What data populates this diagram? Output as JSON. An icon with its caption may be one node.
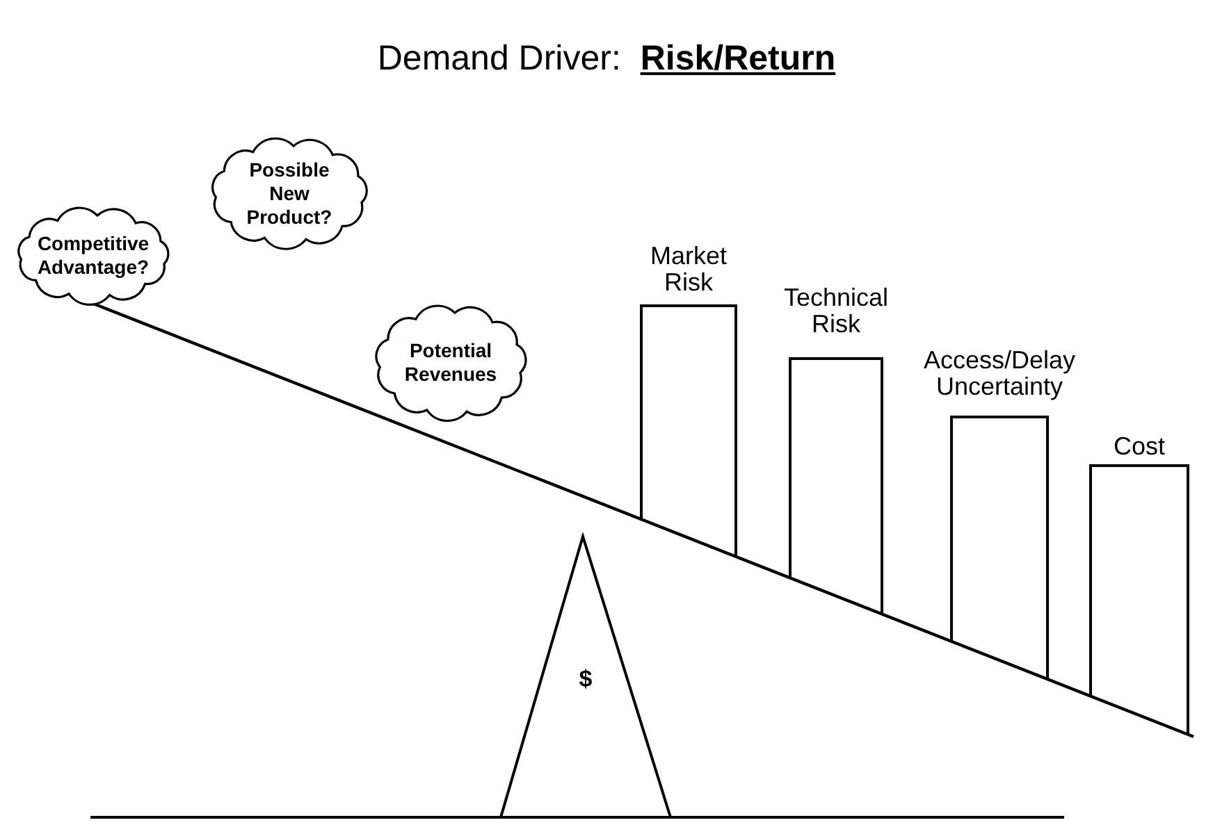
{
  "diagram": {
    "title": "Demand Driver:  **Risk/Return**",
    "nodes": [
      {
        "text": [
          "Competitive Advantage?"
        ]
      },
      {
        "text": [
          "Possible New Product?"
        ]
      },
      {
        "text": [
          "Potential Revenues"
        ]
      },
      {
        "text": [
          "Market Risk"
        ]
      },
      {
        "text": [
          "Technical Risk"
        ]
      },
      {
        "text": [
          "Access/Delay Uncertainty"
        ]
      },
      {
        "text": [
          "Cost"
        ]
      },
      {
        "text": [
          "$"
        ]
      }
    ],
    "edges": []
  }
}
